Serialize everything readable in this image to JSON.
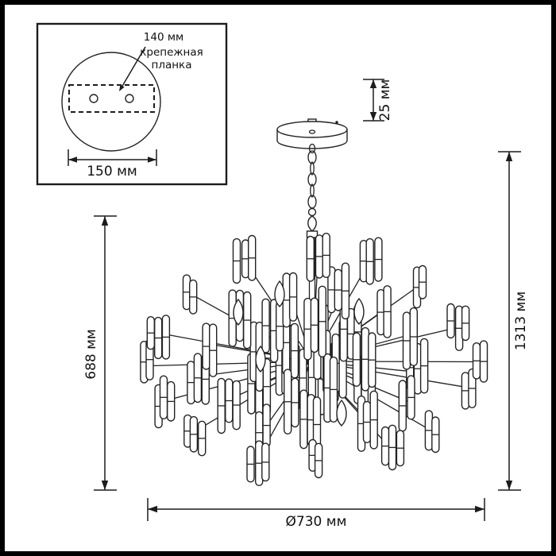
{
  "inset": {
    "dim_plate_holes": "140 мм",
    "bracket_line1": "крепежная",
    "bracket_line2": "планка",
    "dim_plate_width": "150 мм"
  },
  "dims": {
    "body_height": "688 мм",
    "total_height": "1313 мм",
    "canopy_height": "25 мм",
    "diameter": "Ø730 мм"
  },
  "colors": {
    "line": "#222222",
    "background": "#ffffff"
  }
}
